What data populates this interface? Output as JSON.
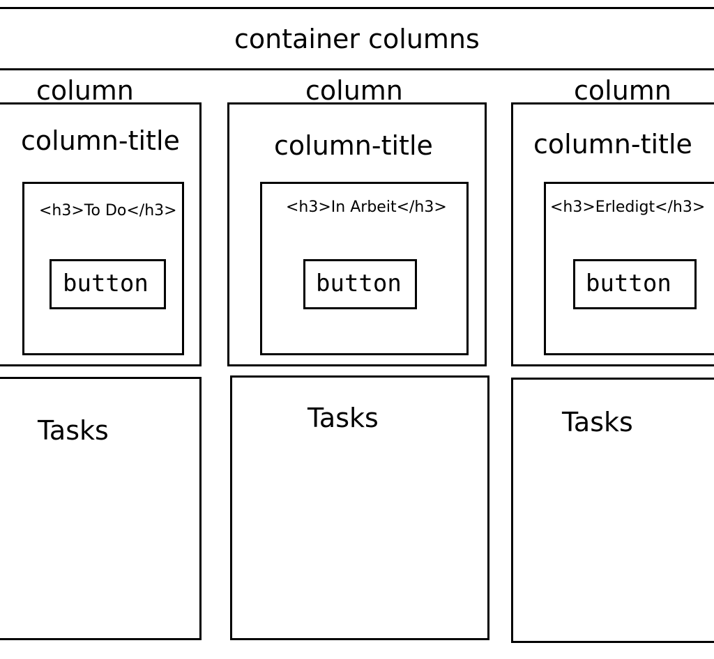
{
  "container": {
    "label": "container columns"
  },
  "columns": [
    {
      "column_label": "column",
      "title_label": "column-title",
      "heading": "<h3>To Do</h3>",
      "button_label": "button",
      "tasks_label": "Tasks"
    },
    {
      "column_label": "column",
      "title_label": "column-title",
      "heading": "<h3>In Arbeit</h3>",
      "button_label": "button",
      "tasks_label": "Tasks"
    },
    {
      "column_label": "column",
      "title_label": "column-title",
      "heading": "<h3>Erledigt</h3>",
      "button_label": "button",
      "tasks_label": "Tasks"
    }
  ]
}
